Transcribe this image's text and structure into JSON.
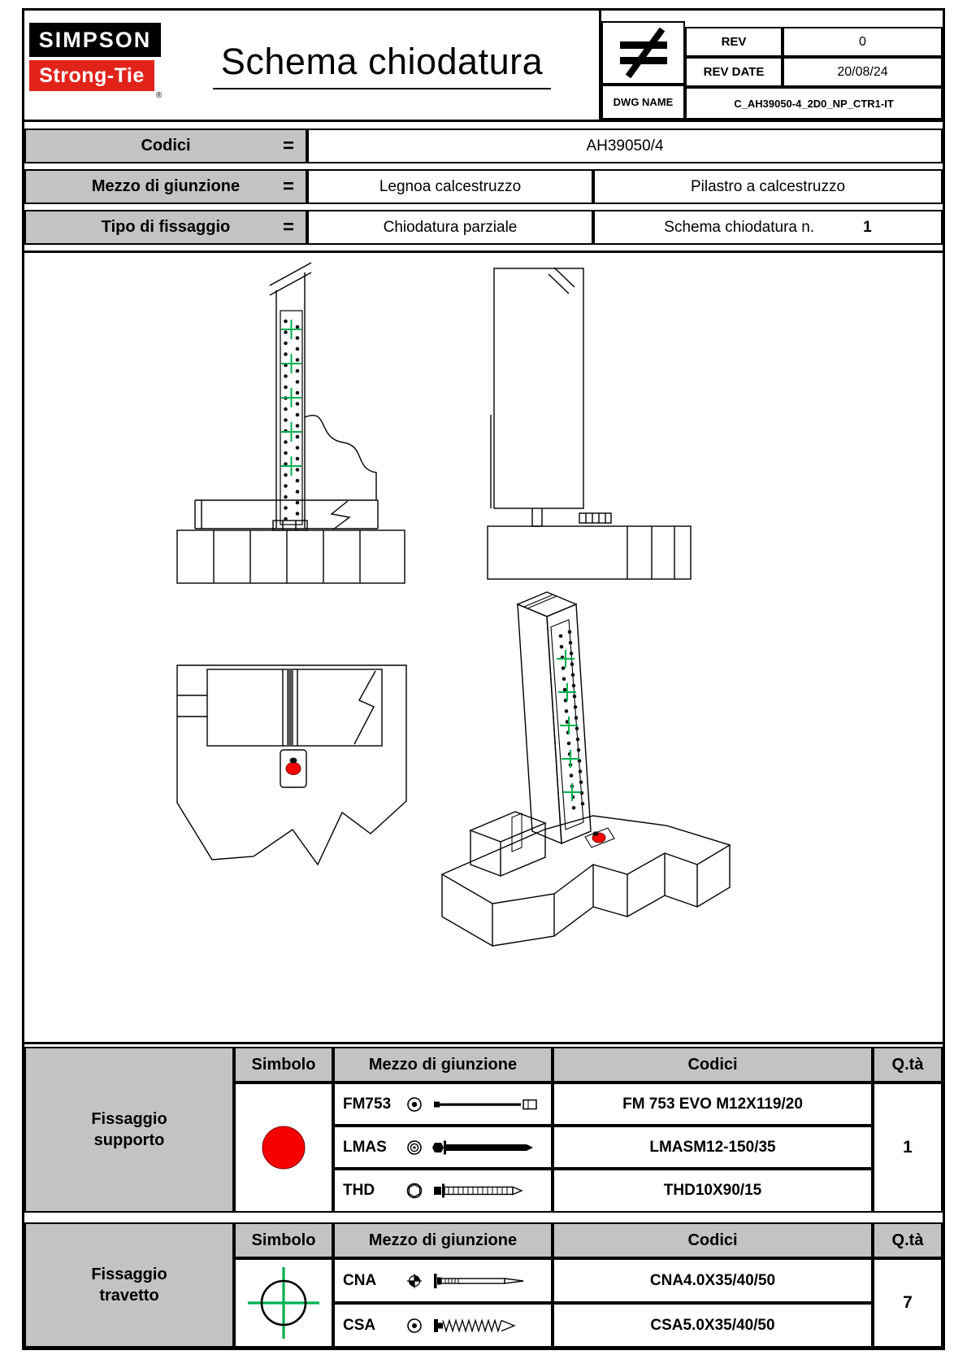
{
  "colors": {
    "brand_red": "#e2231a",
    "symbol_red": "#f70000",
    "cross_green": "#00b050",
    "header_gray": "#c3c3c3"
  },
  "header": {
    "logo_line1": "SIMPSON",
    "logo_line2": "Strong-Tie",
    "logo_reg": "®",
    "title": "Schema chiodatura",
    "rev_label": "REV",
    "rev_value": "0",
    "rev_date_label": "REV DATE",
    "rev_date_value": "20/08/24",
    "dwg_name_label": "DWG NAME",
    "dwg_name_value": "C_AH39050-4_2D0_NP_CTR1-IT"
  },
  "info_rows": [
    {
      "label": "Codici",
      "eq": "=",
      "value1": "AH39050/4"
    },
    {
      "label": "Mezzo di giunzione",
      "eq": "=",
      "value1": "Legnoa calcestruzzo",
      "value2": "Pilastro a calcestruzzo"
    },
    {
      "label": "Tipo di fissaggio",
      "eq": "=",
      "value1": "Chiodatura parziale",
      "value2": "Schema chiodatura n.",
      "value2_num": "1"
    }
  ],
  "support_table": {
    "group_label_line1": "Fissaggio",
    "group_label_line2": "supporto",
    "col_simbolo": "Simbolo",
    "col_mezzo": "Mezzo di giunzione",
    "col_codici": "Codici",
    "col_qty": "Q.tà",
    "rows": [
      {
        "name": "FM753",
        "codice": "FM 753 EVO M12X119/20"
      },
      {
        "name": "LMAS",
        "codice": "LMASM12-150/35"
      },
      {
        "name": "THD",
        "codice": "THD10X90/15"
      }
    ],
    "qty": "1"
  },
  "beam_table": {
    "group_label_line1": "Fissaggio",
    "group_label_line2": "travetto",
    "col_simbolo": "Simbolo",
    "col_mezzo": "Mezzo di giunzione",
    "col_codici": "Codici",
    "col_qty": "Q.tà",
    "rows": [
      {
        "name": "CNA",
        "codice": "CNA4.0X35/40/50"
      },
      {
        "name": "CSA",
        "codice": "CSA5.0X35/40/50"
      }
    ],
    "qty": "7"
  }
}
